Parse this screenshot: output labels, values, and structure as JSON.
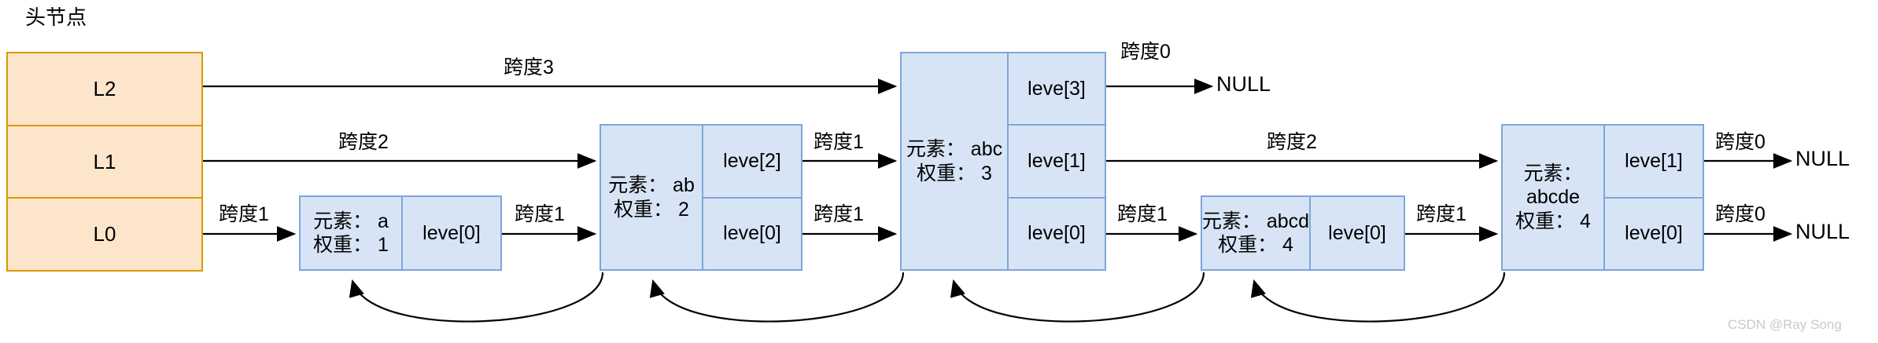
{
  "caption": {
    "head_label": "头节点"
  },
  "colors": {
    "head_fill": "#fde5cb",
    "head_stroke": "#d79b00",
    "node_fill": "#d7e4f5",
    "node_stroke": "#7ea6d9",
    "arrow": "#000000",
    "watermark": "#c9c9c9"
  },
  "head_node": {
    "levels": [
      {
        "label": "L2"
      },
      {
        "label": "L1"
      },
      {
        "label": "L0"
      }
    ]
  },
  "nodes": [
    {
      "id": "node-a",
      "element_label": "元素： a",
      "weight_label": "权重： 1",
      "levels": [
        "leve[0]"
      ]
    },
    {
      "id": "node-ab",
      "element_label": "元素： ab",
      "weight_label": "权重： 2",
      "levels": [
        "leve[2]",
        "leve[0]"
      ]
    },
    {
      "id": "node-abc",
      "element_label": "元素： abc",
      "weight_label": "权重： 3",
      "levels": [
        "leve[3]",
        "leve[1]",
        "leve[0]"
      ]
    },
    {
      "id": "node-abcd",
      "element_label": "元素： abcd",
      "weight_label": "权重： 4",
      "levels": [
        "leve[0]"
      ]
    },
    {
      "id": "node-abcde",
      "element_label": "元素：",
      "element_value": "abcde",
      "weight_label": "权重： 4",
      "levels": [
        "leve[1]",
        "leve[0]"
      ]
    }
  ],
  "span_labels": {
    "l2_head_to_abc": "跨度3",
    "l2_abc_to_null": "跨度0",
    "l1_head_to_ab": "跨度2",
    "l1_ab_to_abc": "跨度1",
    "l1_abc_to_abcde": "跨度2",
    "l1_abcde_to_null": "跨度0",
    "l0_head_to_a": "跨度1",
    "l0_a_to_ab": "跨度1",
    "l0_ab_to_abc": "跨度1",
    "l0_abc_to_abcd": "跨度1",
    "l0_abcd_to_abcde": "跨度1",
    "l0_abcde_to_null": "跨度0"
  },
  "null_terminators": {
    "l2": "NULL",
    "l1": "NULL",
    "l0": "NULL"
  },
  "watermark": {
    "text": "CSDN @Ray Song"
  }
}
